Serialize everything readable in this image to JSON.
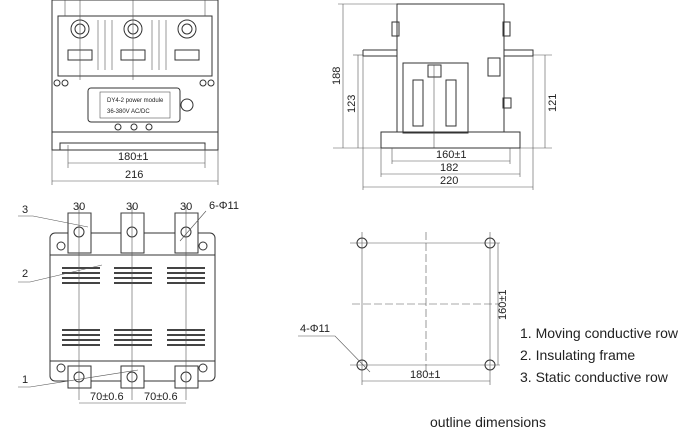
{
  "title": "outline dimensions",
  "front_view": {
    "module_label_1": "DY4-2 power module",
    "module_label_2": "36-380V AC/DC",
    "dim_mount": "180±1",
    "dim_width": "216"
  },
  "side_view": {
    "dim_height_total": "188",
    "dim_height_left": "123",
    "dim_height_right": "121",
    "dim_mount": "160±1",
    "dim_base": "182",
    "dim_width": "220"
  },
  "top_view": {
    "callout_3": "3",
    "callout_2": "2",
    "callout_1": "1",
    "terminal_width": "30",
    "hole_spec": "6-Φ11",
    "pitch": "70±0.6"
  },
  "mounting_view": {
    "hole_spec": "4-Φ11",
    "dim_horizontal": "180±1",
    "dim_vertical": "160±1"
  },
  "legend": [
    "1. Moving conductive row",
    "2. Insulating frame",
    "3. Static conductive row"
  ]
}
